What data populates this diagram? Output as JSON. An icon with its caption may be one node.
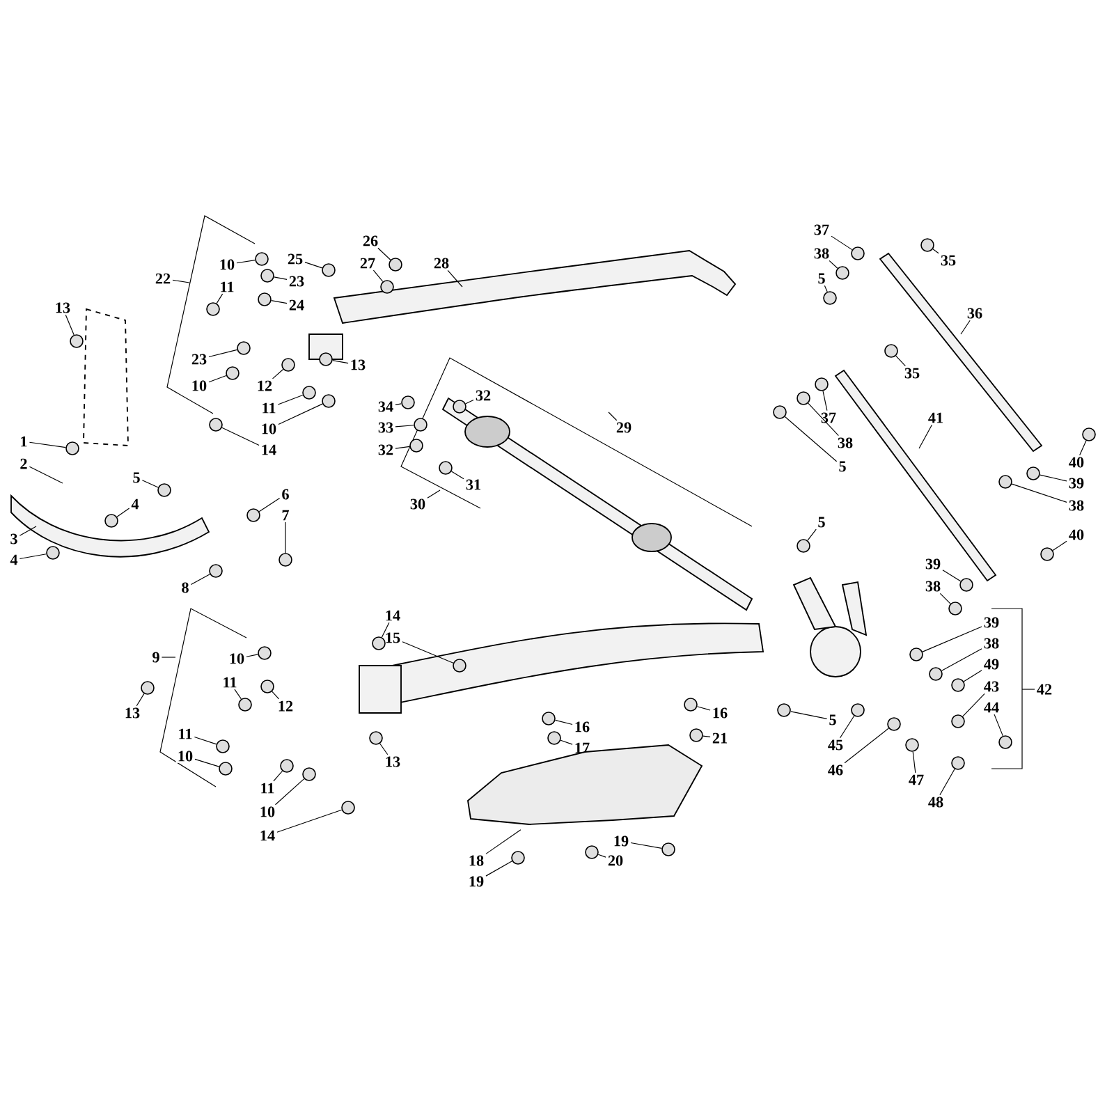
{
  "diagram": {
    "nodes": [
      {
        "text": [
          "26"
        ]
      },
      {
        "text": [
          "25"
        ]
      },
      {
        "text": [
          "10"
        ]
      },
      {
        "text": [
          "27"
        ]
      },
      {
        "text": [
          "28"
        ]
      },
      {
        "text": [
          "22"
        ]
      },
      {
        "text": [
          "13"
        ]
      },
      {
        "text": [
          "23"
        ]
      },
      {
        "text": [
          "11"
        ]
      },
      {
        "text": [
          "24"
        ]
      },
      {
        "text": [
          "34"
        ]
      },
      {
        "text": [
          "32"
        ]
      },
      {
        "text": [
          "33"
        ]
      },
      {
        "text": [
          "29"
        ]
      },
      {
        "text": [
          "32"
        ]
      },
      {
        "text": [
          "23"
        ]
      },
      {
        "text": [
          "12"
        ]
      },
      {
        "text": [
          "13"
        ]
      },
      {
        "text": [
          "10"
        ]
      },
      {
        "text": [
          "11"
        ]
      },
      {
        "text": [
          "10"
        ]
      },
      {
        "text": [
          "14"
        ]
      },
      {
        "text": [
          "1"
        ]
      },
      {
        "text": [
          "2"
        ]
      },
      {
        "text": [
          "31"
        ]
      },
      {
        "text": [
          "30"
        ]
      },
      {
        "text": [
          "5"
        ]
      },
      {
        "text": [
          "4"
        ]
      },
      {
        "text": [
          "6"
        ]
      },
      {
        "text": [
          "7"
        ]
      },
      {
        "text": [
          "3"
        ]
      },
      {
        "text": [
          "4"
        ]
      },
      {
        "text": [
          "8"
        ]
      },
      {
        "text": [
          "37"
        ]
      },
      {
        "text": [
          "35"
        ]
      },
      {
        "text": [
          "38"
        ]
      },
      {
        "text": [
          "36"
        ]
      },
      {
        "text": [
          "5"
        ]
      },
      {
        "text": [
          "35"
        ]
      },
      {
        "text": [
          "41"
        ]
      },
      {
        "text": [
          "37"
        ]
      },
      {
        "text": [
          "38"
        ]
      },
      {
        "text": [
          "5"
        ]
      },
      {
        "text": [
          "40"
        ]
      },
      {
        "text": [
          "39"
        ]
      },
      {
        "text": [
          "38"
        ]
      },
      {
        "text": [
          "5"
        ]
      },
      {
        "text": [
          "40"
        ]
      },
      {
        "text": [
          "39"
        ]
      },
      {
        "text": [
          "38"
        ]
      },
      {
        "text": [
          "39"
        ]
      },
      {
        "text": [
          "38"
        ]
      },
      {
        "text": [
          "42"
        ]
      },
      {
        "text": [
          "49"
        ]
      },
      {
        "text": [
          "43"
        ]
      },
      {
        "text": [
          "44"
        ]
      },
      {
        "text": [
          "5"
        ]
      },
      {
        "text": [
          "45"
        ]
      },
      {
        "text": [
          "46"
        ]
      },
      {
        "text": [
          "47"
        ]
      },
      {
        "text": [
          "48"
        ]
      },
      {
        "text": [
          "9"
        ]
      },
      {
        "text": [
          "10"
        ]
      },
      {
        "text": [
          "11"
        ]
      },
      {
        "text": [
          "12"
        ]
      },
      {
        "text": [
          "13"
        ]
      },
      {
        "text": [
          "11"
        ]
      },
      {
        "text": [
          "10"
        ]
      },
      {
        "text": [
          "11"
        ]
      },
      {
        "text": [
          "10"
        ]
      },
      {
        "text": [
          "14"
        ]
      },
      {
        "text": [
          "14"
        ]
      },
      {
        "text": [
          "15"
        ]
      },
      {
        "text": [
          "13"
        ]
      },
      {
        "text": [
          "16"
        ]
      },
      {
        "text": [
          "17"
        ]
      },
      {
        "text": [
          "16"
        ]
      },
      {
        "text": [
          "21"
        ]
      },
      {
        "text": [
          "18"
        ]
      },
      {
        "text": [
          "19"
        ]
      },
      {
        "text": [
          "20"
        ]
      },
      {
        "text": [
          "19"
        ]
      },
      {
        "text": [],
        "shape": "circle"
      },
      {
        "text": [],
        "shape": "circle"
      },
      {
        "text": [],
        "shape": "circle"
      },
      {
        "text": [],
        "shape": "circle"
      },
      {
        "text": [],
        "shape": "circle"
      },
      {
        "text": [],
        "shape": "circle"
      },
      {
        "text": [],
        "shape": "circle"
      },
      {
        "text": [],
        "shape": "circle"
      },
      {
        "text": [],
        "shape": "circle"
      },
      {
        "text": [],
        "shape": "circle"
      },
      {
        "text": [],
        "shape": "circle"
      },
      {
        "text": [],
        "shape": "circle"
      },
      {
        "text": [],
        "shape": "circle"
      },
      {
        "text": [],
        "shape": "circle"
      },
      {
        "text": [],
        "shape": "circle"
      },
      {
        "text": [],
        "shape": "circle"
      },
      {
        "text": [],
        "shape": "circle"
      },
      {
        "text": [],
        "shape": "circle"
      },
      {
        "text": [],
        "shape": "circle"
      },
      {
        "text": [],
        "shape": "circle"
      },
      {
        "text": [],
        "shape": "circle"
      },
      {
        "text": [],
        "shape": "circle"
      },
      {
        "text": [],
        "shape": "circle"
      },
      {
        "text": [],
        "shape": "circle"
      },
      {
        "text": [],
        "shape": "circle"
      },
      {
        "text": [],
        "shape": "circle"
      },
      {
        "text": [],
        "shape": "circle"
      },
      {
        "text": [],
        "shape": "circle"
      },
      {
        "text": [],
        "shape": "circle"
      },
      {
        "text": [],
        "shape": "circle"
      },
      {
        "text": [],
        "shape": "circle"
      },
      {
        "text": [],
        "shape": "circle"
      },
      {
        "text": [],
        "shape": "circle"
      },
      {
        "text": [],
        "shape": "circle"
      },
      {
        "text": [],
        "shape": "circle"
      },
      {
        "text": [],
        "shape": "circle"
      },
      {
        "text": [],
        "shape": "circle"
      },
      {
        "text": [],
        "shape": "circle"
      },
      {
        "text": [],
        "shape": "circle"
      },
      {
        "text": [],
        "shape": "circle"
      },
      {
        "text": [],
        "shape": "circle"
      },
      {
        "text": [],
        "shape": "circle"
      },
      {
        "text": [],
        "shape": "circle"
      },
      {
        "text": [],
        "shape": "circle"
      },
      {
        "text": [],
        "shape": "circle"
      },
      {
        "text": [],
        "shape": "circle"
      },
      {
        "text": [],
        "shape": "circle"
      },
      {
        "text": [],
        "shape": "circle"
      },
      {
        "text": [],
        "shape": "circle"
      },
      {
        "text": [],
        "shape": "circle"
      },
      {
        "text": [],
        "shape": "circle"
      },
      {
        "text": [],
        "shape": "circle"
      },
      {
        "text": [],
        "shape": "circle"
      },
      {
        "text": [],
        "shape": "circle"
      },
      {
        "text": [],
        "shape": "circle"
      },
      {
        "text": [],
        "shape": "circle"
      },
      {
        "text": [],
        "shape": "circle"
      },
      {
        "text": [],
        "shape": "circle"
      },
      {
        "text": [],
        "shape": "circle"
      },
      {
        "text": [],
        "shape": "circle"
      },
      {
        "text": [],
        "shape": "circle"
      },
      {
        "text": [],
        "shape": "circle"
      },
      {
        "text": [],
        "shape": "circle"
      },
      {
        "text": [],
        "shape": "circle"
      },
      {
        "text": [],
        "shape": "circle"
      },
      {
        "text": [],
        "shape": "circle"
      },
      {
        "text": [],
        "shape": "circle"
      },
      {
        "text": [],
        "shape": "circle"
      },
      {
        "text": [],
        "shape": "circle"
      },
      {
        "text": [],
        "shape": "circle"
      },
      {
        "text": [],
        "shape": "circle"
      },
      {
        "text": [],
        "shape": "picture"
      }
    ],
    "edges": [
      {
        "from": 0,
        "to": 82,
        "arrow": "none"
      },
      {
        "from": 1,
        "to": 83,
        "arrow": "none"
      },
      {
        "from": 2,
        "to": 84,
        "arrow": "none"
      },
      {
        "from": 3,
        "to": 85,
        "arrow": "none"
      },
      {
        "from": 4,
        "to": null,
        "arrow": "none"
      },
      {
        "from": 5,
        "to": null,
        "arrow": "none"
      },
      {
        "from": 6,
        "to": 86,
        "arrow": "none"
      },
      {
        "from": 7,
        "to": 87,
        "arrow": "none"
      },
      {
        "from": 8,
        "to": 88,
        "arrow": "none"
      },
      {
        "from": 9,
        "to": 89,
        "arrow": "none"
      },
      {
        "from": 10,
        "to": 90,
        "arrow": "none"
      },
      {
        "from": 11,
        "to": 91,
        "arrow": "none"
      },
      {
        "from": 12,
        "to": 92,
        "arrow": "none"
      },
      {
        "from": 13,
        "to": null,
        "arrow": "none"
      },
      {
        "from": 14,
        "to": 93,
        "arrow": "none"
      },
      {
        "from": 15,
        "to": 94,
        "arrow": "none"
      },
      {
        "from": 16,
        "to": 95,
        "arrow": "none"
      },
      {
        "from": 17,
        "to": 96,
        "arrow": "none"
      },
      {
        "from": 18,
        "to": 97,
        "arrow": "none"
      },
      {
        "from": 19,
        "to": 98,
        "arrow": "none"
      },
      {
        "from": 20,
        "to": 99,
        "arrow": "none"
      },
      {
        "from": 21,
        "to": 100,
        "arrow": "none"
      },
      {
        "from": 22,
        "to": 101,
        "arrow": "none"
      },
      {
        "from": 23,
        "to": null,
        "arrow": "none"
      },
      {
        "from": 24,
        "to": 102,
        "arrow": "none"
      },
      {
        "from": 25,
        "to": null,
        "arrow": "none"
      },
      {
        "from": 26,
        "to": 103,
        "arrow": "none"
      },
      {
        "from": 27,
        "to": 104,
        "arrow": "none"
      },
      {
        "from": 28,
        "to": 105,
        "arrow": "none"
      },
      {
        "from": 29,
        "to": 106,
        "arrow": "none"
      },
      {
        "from": 30,
        "to": null,
        "arrow": "none"
      },
      {
        "from": 31,
        "to": 107,
        "arrow": "none"
      },
      {
        "from": 32,
        "to": 108,
        "arrow": "none"
      },
      {
        "from": 33,
        "to": 109,
        "arrow": "none"
      },
      {
        "from": 34,
        "to": 110,
        "arrow": "none"
      },
      {
        "from": 35,
        "to": 111,
        "arrow": "none"
      },
      {
        "from": 36,
        "to": null,
        "arrow": "none"
      },
      {
        "from": 37,
        "to": 112,
        "arrow": "none"
      },
      {
        "from": 38,
        "to": 113,
        "arrow": "none"
      },
      {
        "from": 39,
        "to": null,
        "arrow": "none"
      },
      {
        "from": 40,
        "to": 114,
        "arrow": "none"
      },
      {
        "from": 41,
        "to": 115,
        "arrow": "none"
      },
      {
        "from": 42,
        "to": 116,
        "arrow": "none"
      },
      {
        "from": 43,
        "to": 117,
        "arrow": "none"
      },
      {
        "from": 44,
        "to": 118,
        "arrow": "none"
      },
      {
        "from": 45,
        "to": 119,
        "arrow": "none"
      },
      {
        "from": 46,
        "to": 120,
        "arrow": "none"
      },
      {
        "from": 47,
        "to": 121,
        "arrow": "none"
      },
      {
        "from": 48,
        "to": 122,
        "arrow": "none"
      },
      {
        "from": 49,
        "to": 123,
        "arrow": "none"
      },
      {
        "from": 50,
        "to": 124,
        "arrow": "none"
      },
      {
        "from": 51,
        "to": 125,
        "arrow": "none"
      },
      {
        "from": 52,
        "to": null,
        "arrow": "none"
      },
      {
        "from": 53,
        "to": 126,
        "arrow": "none"
      },
      {
        "from": 54,
        "to": 127,
        "arrow": "none"
      },
      {
        "from": 55,
        "to": 128,
        "arrow": "none"
      },
      {
        "from": 56,
        "to": 129,
        "arrow": "none"
      },
      {
        "from": 57,
        "to": 130,
        "arrow": "none"
      },
      {
        "from": 58,
        "to": 131,
        "arrow": "none"
      },
      {
        "from": 59,
        "to": 132,
        "arrow": "none"
      },
      {
        "from": 60,
        "to": 133,
        "arrow": "none"
      },
      {
        "from": 61,
        "to": null,
        "arrow": "none"
      },
      {
        "from": 62,
        "to": 134,
        "arrow": "none"
      },
      {
        "from": 63,
        "to": 135,
        "arrow": "none"
      },
      {
        "from": 64,
        "to": 136,
        "arrow": "none"
      },
      {
        "from": 65,
        "to": 137,
        "arrow": "none"
      },
      {
        "from": 66,
        "to": 138,
        "arrow": "none"
      },
      {
        "from": 67,
        "to": 139,
        "arrow": "none"
      },
      {
        "from": 68,
        "to": 140,
        "arrow": "none"
      },
      {
        "from": 69,
        "to": 141,
        "arrow": "none"
      },
      {
        "from": 70,
        "to": 142,
        "arrow": "none"
      },
      {
        "from": 71,
        "to": 143,
        "arrow": "none"
      },
      {
        "from": 72,
        "to": 144,
        "arrow": "none"
      },
      {
        "from": 73,
        "to": 145,
        "arrow": "none"
      },
      {
        "from": 74,
        "to": 146,
        "arrow": "none"
      },
      {
        "from": 75,
        "to": 147,
        "arrow": "none"
      },
      {
        "from": 76,
        "to": 148,
        "arrow": "none"
      },
      {
        "from": 77,
        "to": 149,
        "arrow": "none"
      },
      {
        "from": 78,
        "to": 153,
        "arrow": "none"
      },
      {
        "from": 79,
        "to": 150,
        "arrow": "none"
      },
      {
        "from": 80,
        "to": 151,
        "arrow": "none"
      },
      {
        "from": 81,
        "to": 152,
        "arrow": "none"
      }
    ]
  }
}
